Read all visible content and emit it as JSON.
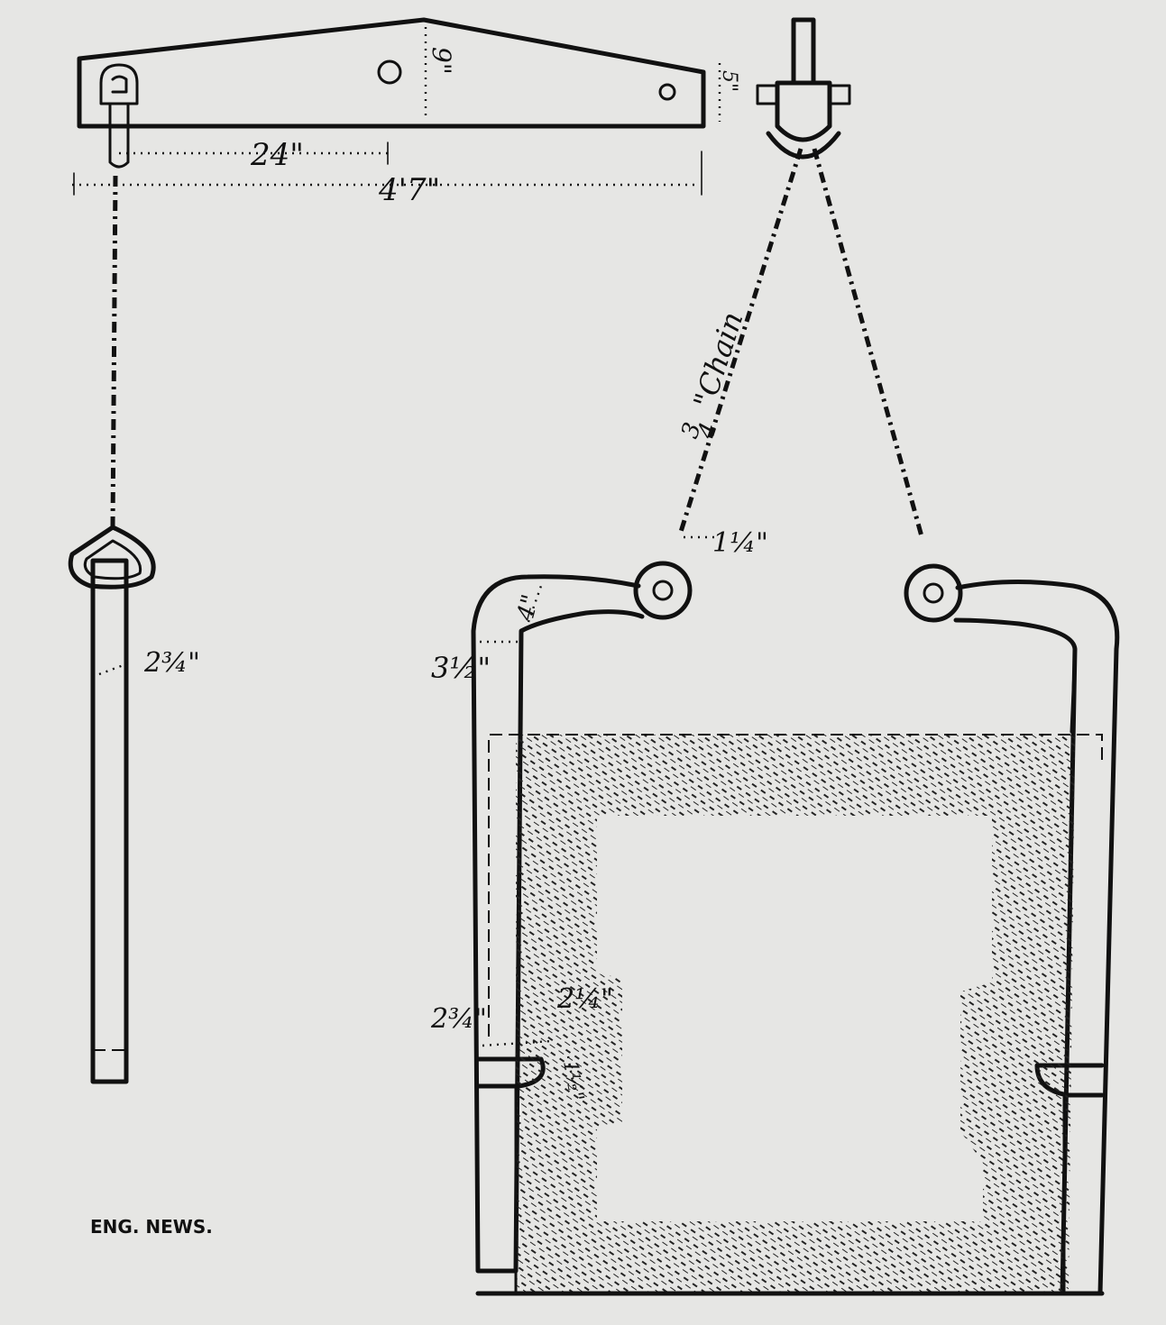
{
  "dimensions": {
    "shackle_offset": "24\"",
    "beam_length": "4'7\"",
    "beam_depth": "9\"",
    "beam_thickness": "5\"",
    "chain_size_num": "3",
    "chain_size_den": "4",
    "chain_label": "\"Chain",
    "link_size": "1¼\"",
    "bar_width": "4\"",
    "bar_thickness": "3½\"",
    "rod_diameter": "2¾\"",
    "lip_width": "2¾\"",
    "lip_depth": "2¼\"",
    "lip_small": "1½\""
  },
  "credit": "ENG. NEWS."
}
